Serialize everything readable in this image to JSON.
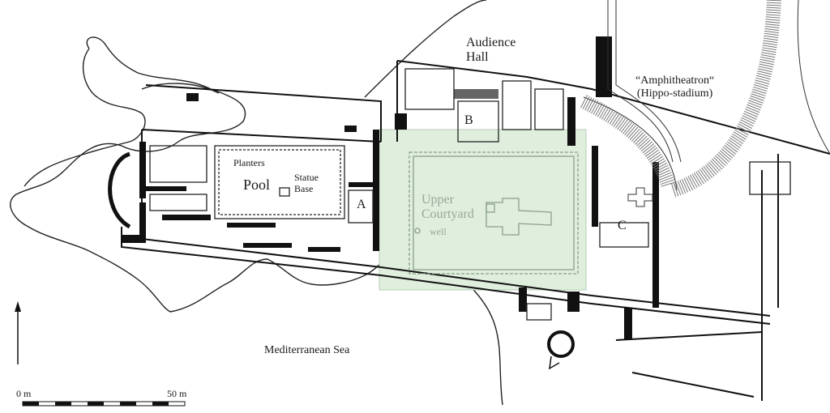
{
  "labels": {
    "audience_hall": [
      "Audience",
      "Hall"
    ],
    "amphitheatron": [
      "“Amphitheatron“",
      "(Hippo-stadium)"
    ],
    "planters": "Planters",
    "pool": "Pool",
    "statue_base": [
      "Statue",
      "Base"
    ],
    "room_a": "A",
    "room_b": "B",
    "room_c": "C",
    "upper_courtyard": [
      "Upper",
      "Courtyard"
    ],
    "well": "well",
    "sea": "Mediterranean Sea"
  },
  "scale_bar": {
    "start_label": "0 m",
    "end_label": "50 m"
  },
  "north_arrow": {
    "icon": "north-arrow-icon"
  },
  "colors": {
    "courtyard_highlight": "#dfeedd",
    "walls": "#111111",
    "faded_text": "#9aa79a"
  }
}
